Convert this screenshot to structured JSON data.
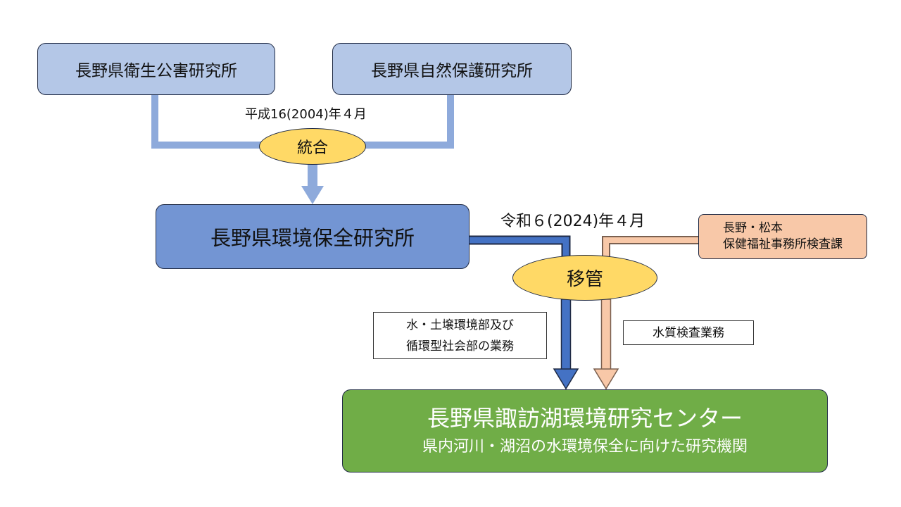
{
  "sources": {
    "left": "長野県衛生公害研究所",
    "right": "長野県自然保護研究所"
  },
  "merge": {
    "date": "平成16(2004)年４月",
    "label": "統合"
  },
  "middle": {
    "name": "長野県環境保全研究所"
  },
  "transfer": {
    "date": "令和６(2024)年４月",
    "label": "移管"
  },
  "health_office": {
    "line1": "長野・松本",
    "line2": "保健福祉事務所検査課"
  },
  "notes": {
    "blue_line1": "水・土壌環境部及び",
    "blue_line2": "循環型社会部の業務",
    "salmon": "水質検査業務"
  },
  "result": {
    "name": "長野県諏訪湖環境研究センター",
    "subtitle": "県内河川・湖沼の水環境保全に向けた研究機関"
  },
  "colors": {
    "light_blue": "#b4c7e7",
    "mid_blue": "#7395d3",
    "connector_blue": "#8eaadb",
    "arrow_blue": "#4472c4",
    "oval_yellow": "#ffd966",
    "salmon": "#f8c8a8",
    "green": "#70ad47"
  }
}
